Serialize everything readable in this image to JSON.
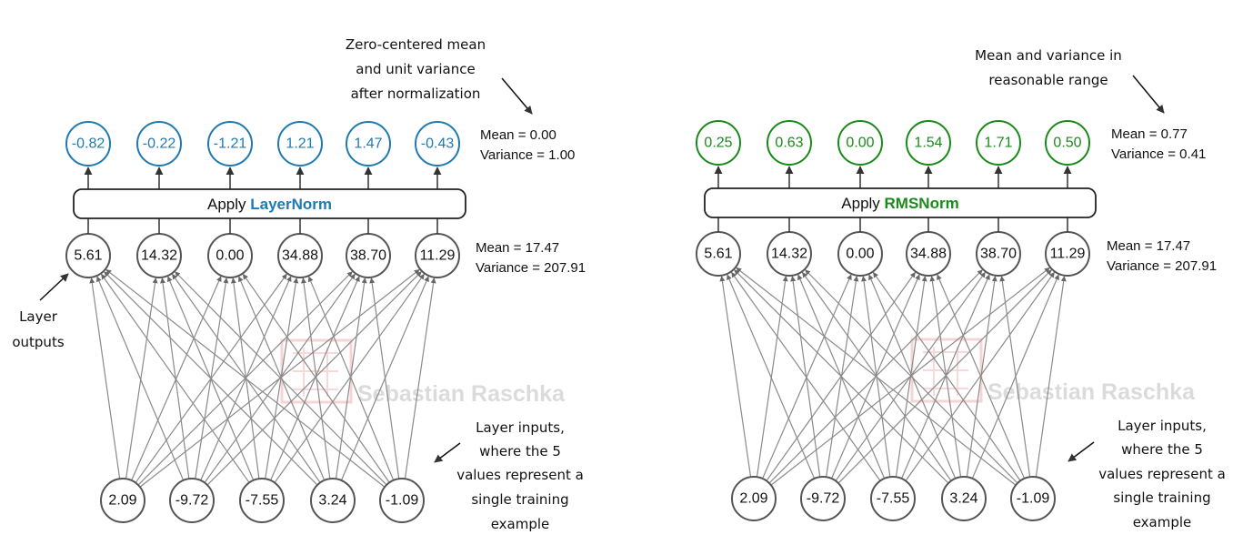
{
  "colors": {
    "layernorm": "#1f7ab0",
    "rmsnorm": "#1a8a1a",
    "node_stroke": "#555555",
    "edge": "#8a8a8a",
    "watermark_logo": "#f2b8b8"
  },
  "panels": [
    {
      "norm_name": "LayerNorm",
      "norm_color": "#1f7ab0",
      "apply_label": "Apply ",
      "outputs": [
        "-0.82",
        "-0.22",
        "-1.21",
        "1.21",
        "1.47",
        "-0.43"
      ],
      "output_stats": [
        "Mean = 0.00",
        "Variance = 1.00"
      ],
      "layer_outputs": [
        "5.61",
        "14.32",
        "0.00",
        "34.88",
        "38.70",
        "11.29"
      ],
      "layer_stats": [
        "Mean = 17.47",
        "Variance = 207.91"
      ],
      "inputs": [
        "2.09",
        "-9.72",
        "-7.55",
        "3.24",
        "-1.09"
      ],
      "top_note": [
        "Zero-centered mean",
        "and unit variance",
        "after normalization"
      ],
      "side_note": [
        "Layer",
        "outputs"
      ],
      "input_note": [
        "Layer inputs,",
        "where the 5",
        "values represent a",
        "single training",
        "example"
      ],
      "watermark": "Sebastian Raschka"
    },
    {
      "norm_name": "RMSNorm",
      "norm_color": "#1a8a1a",
      "apply_label": "Apply ",
      "outputs": [
        "0.25",
        "0.63",
        "0.00",
        "1.54",
        "1.71",
        "0.50"
      ],
      "output_stats": [
        "Mean = 0.77",
        "Variance = 0.41"
      ],
      "layer_outputs": [
        "5.61",
        "14.32",
        "0.00",
        "34.88",
        "38.70",
        "11.29"
      ],
      "layer_stats": [
        "Mean = 17.47",
        "Variance = 207.91"
      ],
      "inputs": [
        "2.09",
        "-9.72",
        "-7.55",
        "3.24",
        "-1.09"
      ],
      "top_note": [
        "Mean and variance in",
        "reasonable range"
      ],
      "side_note": [],
      "input_note": [
        "Layer inputs,",
        "where the 5",
        "values represent a",
        "single training",
        "example"
      ],
      "watermark": "Sebastian Raschka"
    }
  ]
}
